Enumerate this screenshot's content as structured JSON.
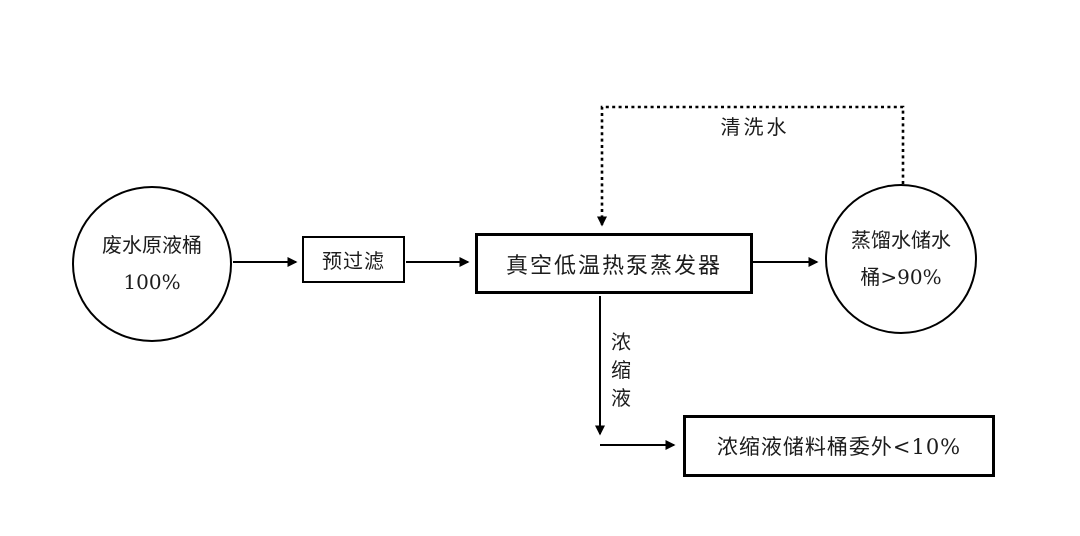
{
  "diagram": {
    "nodes": {
      "source_tank": {
        "line1": "废水原液桶",
        "line2": "100%"
      },
      "prefilter": {
        "label": "预过滤"
      },
      "evaporator": {
        "label": "真空低温热泵蒸发器"
      },
      "distillate_tank": {
        "line1": "蒸馏水储水",
        "line2": "桶>90%"
      },
      "concentrate_tank": {
        "label": "浓缩液储料桶委外<10%"
      }
    },
    "labels": {
      "cleaning_water": "清洗水",
      "concentrate": "浓缩液"
    },
    "colors": {
      "background": "#ffffff",
      "line": "#000000",
      "text": "#1c1c1c"
    }
  }
}
